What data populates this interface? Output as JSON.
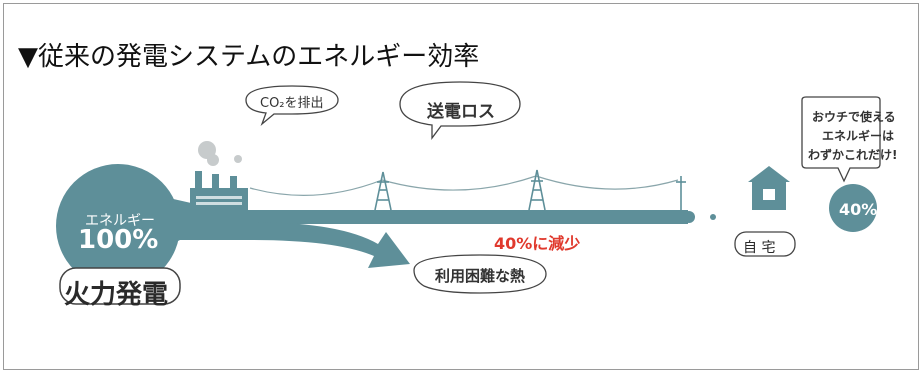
{
  "title": "▼従来の発電システムのエネルギー効率",
  "source": {
    "label": "エネルギー",
    "value": "100%",
    "name": "火力発電"
  },
  "bubbles": {
    "co2": "CO₂を排出",
    "transmission_loss": "送電ロス",
    "unusable_heat": "利用困難な熱"
  },
  "reduction_label": "40%に減少",
  "home_label": "自 宅",
  "usable": {
    "lines": [
      "おウチで使える",
      "エネルギーは",
      "わずかこれだけ!"
    ],
    "value": "40%"
  },
  "colors": {
    "flow": "#5e8f99",
    "accent_red": "#e0392d",
    "plant_gray": "#bfc3c4"
  }
}
